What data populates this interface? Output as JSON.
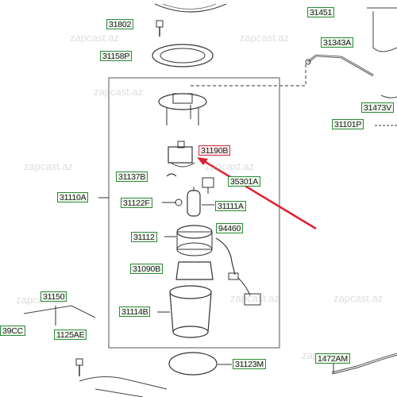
{
  "labels": {
    "p31802": "31802",
    "p31451": "31451",
    "p31158P": "31158P",
    "p31343A": "31343A",
    "p31473V": "31473V",
    "p31101P": "31101P",
    "p31190B": "31190B",
    "p31137B": "31137B",
    "p35301A": "35301A",
    "p31110A": "31110A",
    "p31122F": "31122F",
    "p31111A": "31111A",
    "p31112": "31112",
    "p94460": "94460",
    "p31090B": "31090B",
    "p31150": "31150",
    "p39CC": "39CC",
    "p1125AE": "1125AE",
    "p31114B": "31114B",
    "p31123M": "31123M",
    "p1472AM": "1472AM"
  },
  "watermark": "zapcast.az",
  "colors": {
    "label_border": "#2e8b3a",
    "label_bg": "#eef7ec",
    "highlight_border": "#d0304a",
    "arrow": "#e02030",
    "line": "#333333"
  }
}
